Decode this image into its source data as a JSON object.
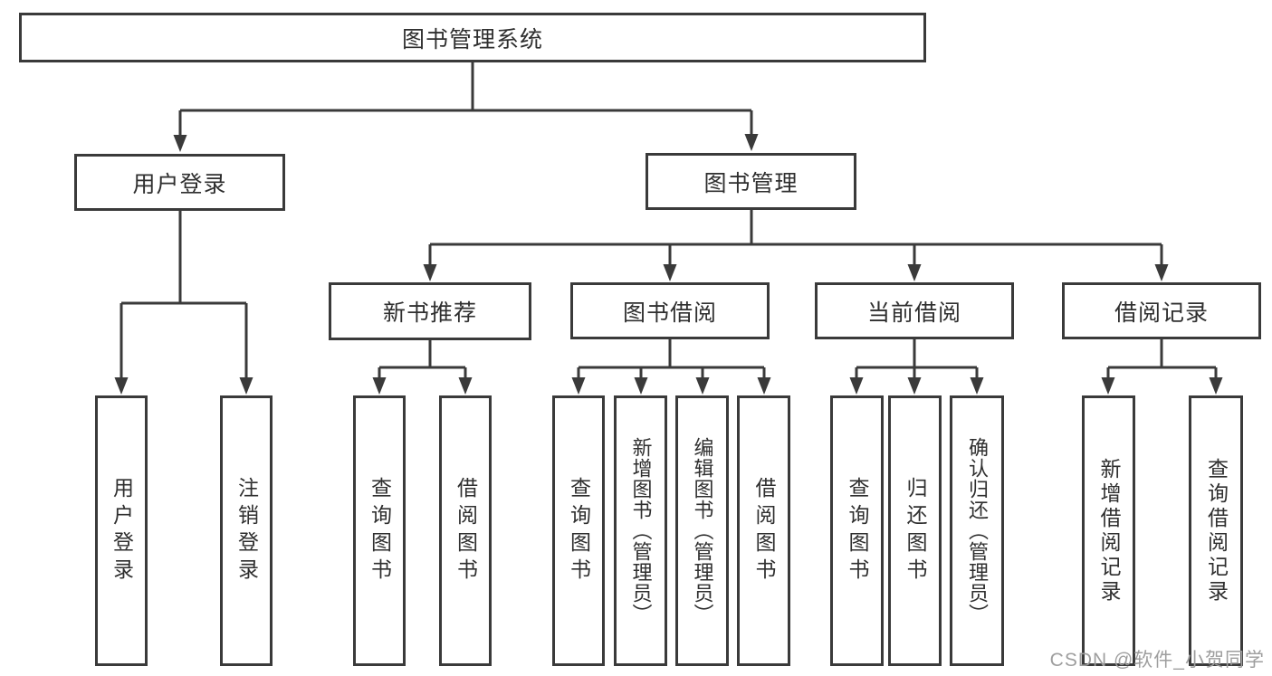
{
  "diagram": {
    "root": {
      "label": "图书管理系统"
    },
    "branches": [
      {
        "label": "用户登录",
        "children": [
          {
            "label": "用户登录"
          },
          {
            "label": "注销登录"
          }
        ]
      },
      {
        "label": "图书管理",
        "sections": [
          {
            "label": "新书推荐",
            "children": [
              {
                "label": "查询图书"
              },
              {
                "label": "借阅图书"
              }
            ]
          },
          {
            "label": "图书借阅",
            "children": [
              {
                "label": "查询图书"
              },
              {
                "label": "新增图书（管理员）"
              },
              {
                "label": "编辑图书（管理员）"
              },
              {
                "label": "借阅图书"
              }
            ]
          },
          {
            "label": "当前借阅",
            "children": [
              {
                "label": "查询图书"
              },
              {
                "label": "归还图书"
              },
              {
                "label": "确认归还（管理员）"
              }
            ]
          },
          {
            "label": "借阅记录",
            "children": [
              {
                "label": "新增借阅记录"
              },
              {
                "label": "查询借阅记录"
              }
            ]
          }
        ]
      }
    ]
  },
  "watermark": {
    "text": "CSDN @软件_小贺同学"
  },
  "colors": {
    "line": "#3a3a3a",
    "border": "#3a3a3a",
    "text": "#2f2f2f",
    "background": "#ffffff",
    "watermark": "#9e9e9e"
  }
}
